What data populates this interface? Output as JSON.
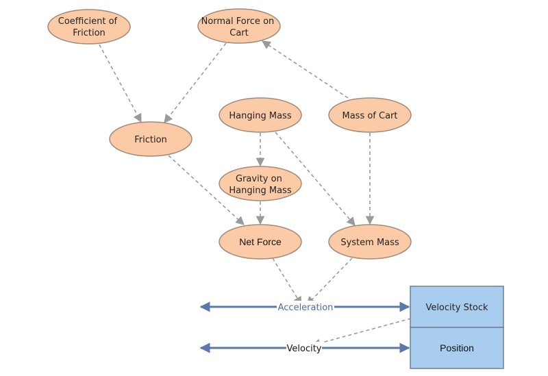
{
  "colors": {
    "auxiliary_fill": "#fbcaa6",
    "auxiliary_stroke": "#a08a7a",
    "stock_fill": "#a9cdee",
    "stock_stroke": "#6b7e94",
    "flow": "#5b78ad",
    "link": "#9a9a9a",
    "flow_label": "#4e6aa8"
  },
  "nodes": {
    "coefficient_of_friction": [
      "Coefficient of",
      "Friction"
    ],
    "normal_force_on_cart": [
      "Normal Force on",
      "Cart"
    ],
    "friction": [
      "Friction"
    ],
    "hanging_mass": [
      "Hanging Mass"
    ],
    "mass_of_cart": [
      "Mass of Cart"
    ],
    "gravity_on_hanging_mass": [
      "Gravity on",
      "Hanging Mass"
    ],
    "net_force": [
      "Net Force"
    ],
    "system_mass": [
      "System Mass"
    ]
  },
  "stocks": {
    "velocity_stock": "Velocity Stock",
    "position": "Position"
  },
  "flows": {
    "acceleration": "Acceleration",
    "velocity": "Velocity"
  }
}
